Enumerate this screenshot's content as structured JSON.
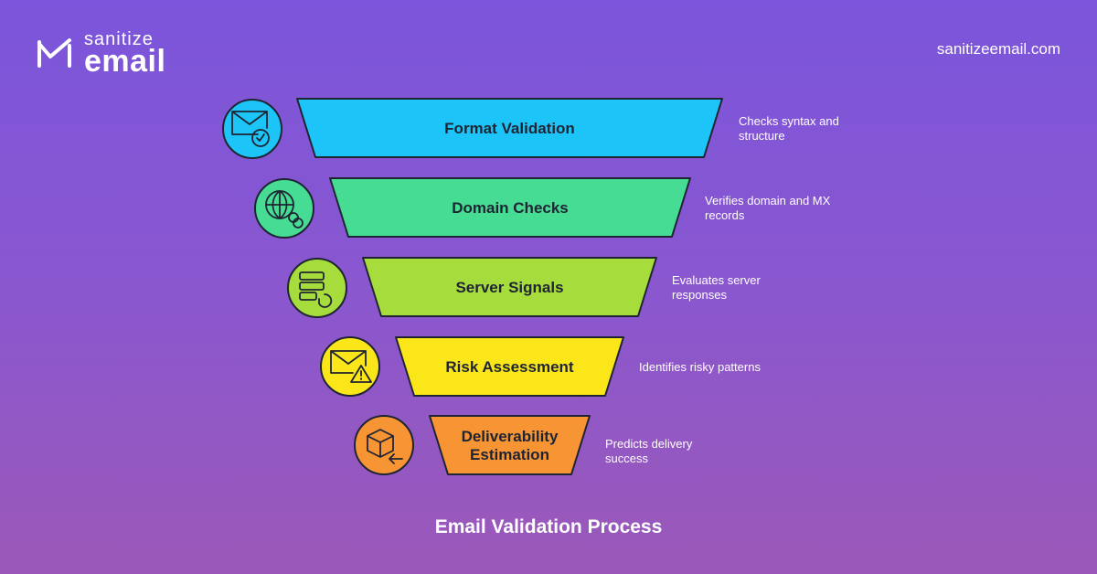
{
  "brand": {
    "logo_line1": "sanitize",
    "logo_line2": "email",
    "website": "sanitizeemail.com"
  },
  "stages": [
    {
      "label": "Format Validation",
      "description": "Checks syntax and structure",
      "icon": "envelope-check-icon",
      "color": "#1dc4f7"
    },
    {
      "label": "Domain Checks",
      "description": "Verifies domain and MX records",
      "icon": "globe-link-icon",
      "color": "#46dc94"
    },
    {
      "label": "Server Signals",
      "description": "Evaluates server responses",
      "icon": "server-refresh-icon",
      "color": "#a6dc3c"
    },
    {
      "label": "Risk Assessment",
      "description": "Identifies risky patterns",
      "icon": "envelope-warning-icon",
      "color": "#fbe61a"
    },
    {
      "label": "Deliverability Estimation",
      "description": "Predicts delivery success",
      "icon": "box-arrow-icon",
      "color": "#f79434"
    }
  ],
  "caption": "Email Validation Process"
}
